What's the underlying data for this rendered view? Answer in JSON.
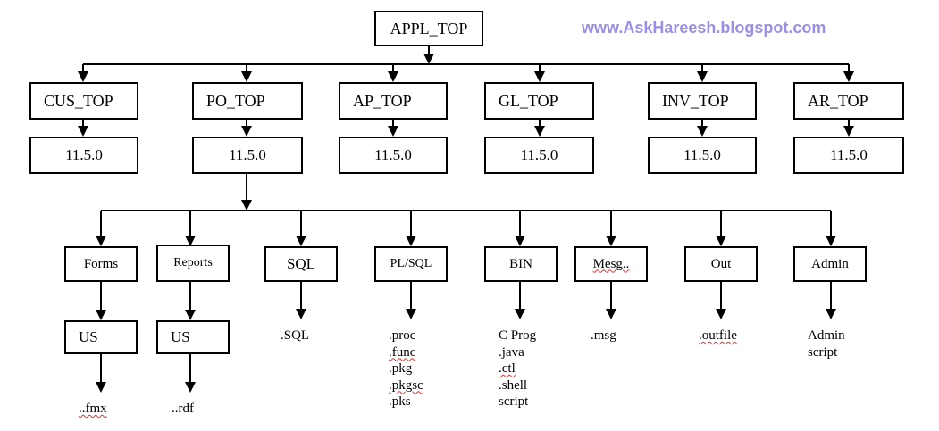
{
  "watermark": "www.AskHareesh.blogspot.com",
  "root": {
    "label": "APPL_TOP"
  },
  "products": [
    {
      "name": "CUS_TOP",
      "version": "11.5.0"
    },
    {
      "name": "PO_TOP",
      "version": "11.5.0"
    },
    {
      "name": "AP_TOP",
      "version": "11.5.0"
    },
    {
      "name": "GL_TOP",
      "version": "11.5.0"
    },
    {
      "name": "INV_TOP",
      "version": "11.5.0"
    },
    {
      "name": "AR_TOP",
      "version": "11.5.0"
    }
  ],
  "subdirs": [
    {
      "name": "Forms",
      "child": "US",
      "leaf": [
        "..fmx"
      ]
    },
    {
      "name": "Reports",
      "child": "US",
      "leaf": [
        "..rdf"
      ]
    },
    {
      "name": "SQL",
      "leaf": [
        ".SQL"
      ]
    },
    {
      "name": "PL/SQL",
      "leaf": [
        ".proc",
        ".func",
        ".pkg",
        ".pkgsc",
        ".pks"
      ]
    },
    {
      "name": "BIN",
      "leaf": [
        "C Prog",
        ".java",
        ".ctl",
        ".shell",
        "script"
      ]
    },
    {
      "name": "Mesg..",
      "leaf": [
        ".msg"
      ]
    },
    {
      "name": "Out",
      "leaf": [
        ".outfile"
      ]
    },
    {
      "name": "Admin",
      "leaf": [
        "Admin",
        "script"
      ]
    }
  ]
}
